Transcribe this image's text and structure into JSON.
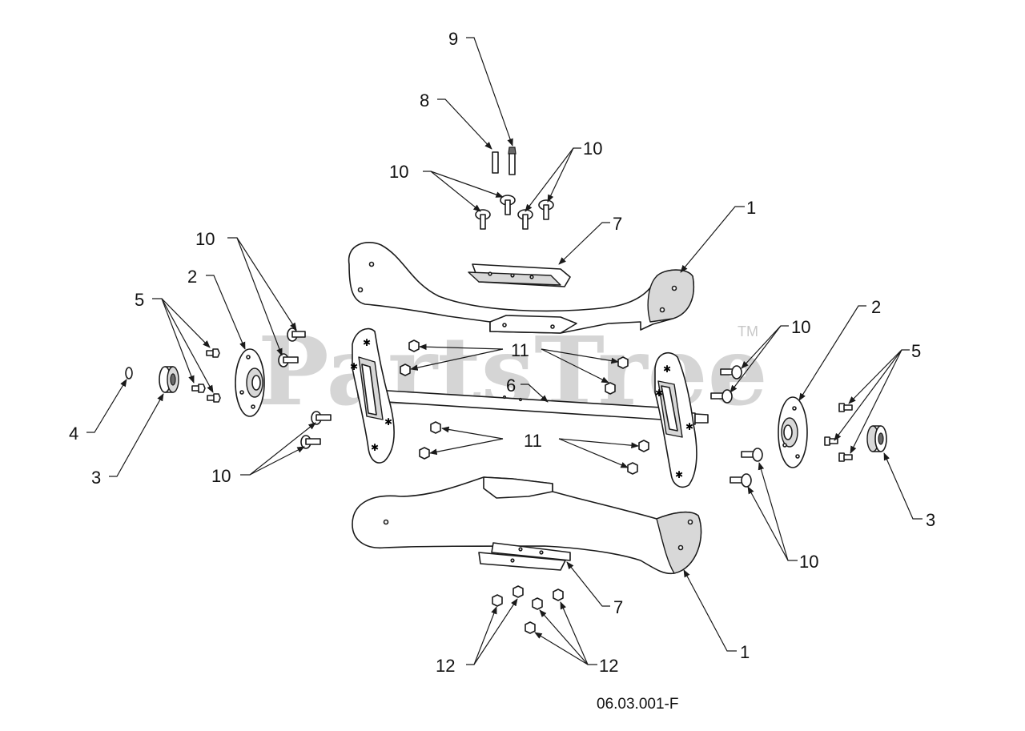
{
  "watermark": {
    "text": "PartsTree",
    "trademark": "TM"
  },
  "drawing_id": "06.03.001-F",
  "callouts": {
    "n1": "1",
    "n2": "2",
    "n3": "3",
    "n4": "4",
    "n5": "5",
    "n6": "6",
    "n7": "7",
    "n8": "8",
    "n9": "9",
    "n10": "10",
    "n11": "11",
    "n12": "12"
  }
}
